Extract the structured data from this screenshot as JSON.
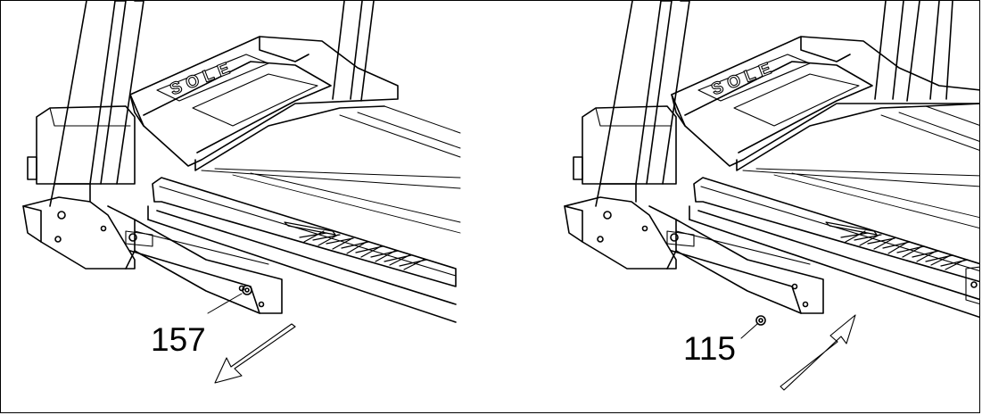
{
  "figure": {
    "brand_mark": "SOLE",
    "panels": [
      {
        "id": "left",
        "callout": "157",
        "arrow_direction": "outward"
      },
      {
        "id": "right",
        "callout": "115",
        "arrow_direction": "inward"
      }
    ],
    "colors": {
      "line": "#000000",
      "background": "#ffffff"
    }
  }
}
